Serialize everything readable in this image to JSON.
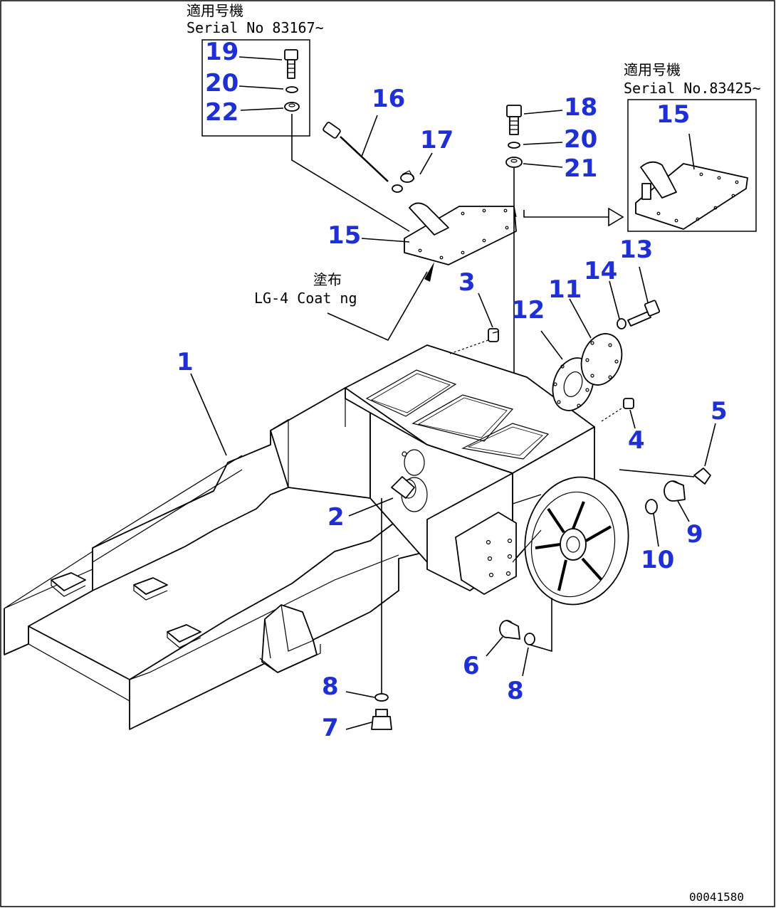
{
  "notes": {
    "left_box_title": "適用号機",
    "left_box_serial": "Serial No 83167~",
    "right_box_title": "適用号機",
    "right_box_serial": "Serial No.83425~",
    "coating_jp": "塗布",
    "coating_en": "LG-4 Coat ng",
    "drawing_number": "00041580"
  },
  "callouts": {
    "c1": "1",
    "c2": "2",
    "c3": "3",
    "c4": "4",
    "c5": "5",
    "c6": "6",
    "c7": "7",
    "c8a": "8",
    "c8b": "8",
    "c9": "9",
    "c10": "10",
    "c11": "11",
    "c12": "12",
    "c13": "13",
    "c14": "14",
    "c15a": "15",
    "c15b": "15",
    "c16": "16",
    "c17": "17",
    "c18": "18",
    "c19": "19",
    "c20a": "20",
    "c20b": "20",
    "c21": "21",
    "c22": "22"
  }
}
